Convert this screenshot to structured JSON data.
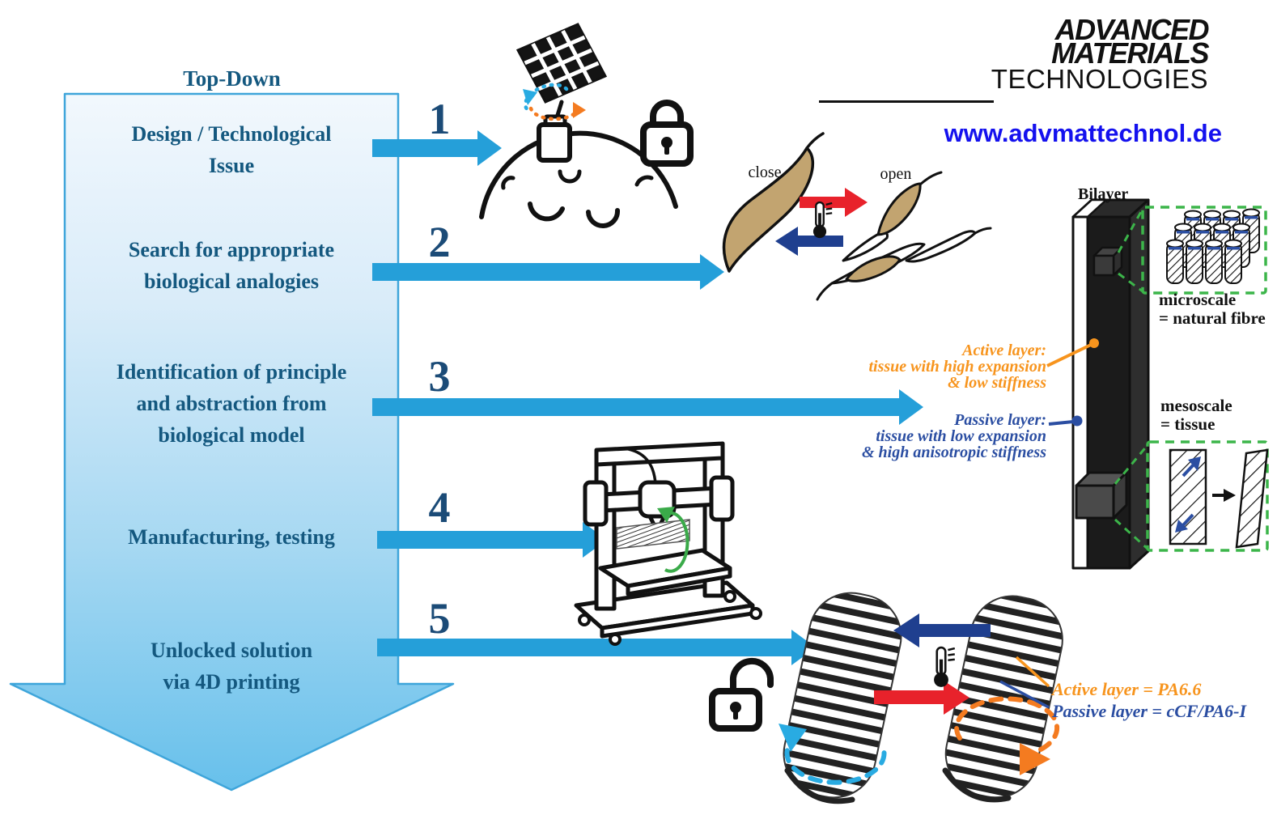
{
  "masthead": {
    "line1": "ADVANCED",
    "line2": "MATERIALS",
    "line3": "TECHNOLOGIES",
    "website": "www.advmattechnol.de"
  },
  "flow": {
    "title": "Top-Down",
    "steps": [
      {
        "num": "1",
        "lines": [
          "Design / Technological",
          "Issue"
        ]
      },
      {
        "num": "2",
        "lines": [
          "Search for appropriate",
          "biological analogies"
        ]
      },
      {
        "num": "3",
        "lines": [
          "Identification of principle",
          "and abstraction from",
          "biological model"
        ]
      },
      {
        "num": "4",
        "lines": [
          "Manufacturing, testing"
        ]
      },
      {
        "num": "5",
        "lines": [
          "Unlocked solution",
          "via 4D printing"
        ]
      }
    ]
  },
  "biology": {
    "close_label": "close",
    "open_label": "open"
  },
  "bilayer": {
    "label": "Bilayer",
    "microscale_line1": "microscale",
    "microscale_line2": "= natural fibre",
    "mesoscale_line1": "mesoscale",
    "mesoscale_line2": "= tissue",
    "active_note": [
      "Active layer:",
      "tissue with high expansion",
      "& low stiffness"
    ],
    "passive_note": [
      "Passive layer:",
      "tissue with low expansion",
      "& high anisotropic stiffness"
    ]
  },
  "result": {
    "active": "Active layer = PA6.6",
    "passive": "Passive layer = cCF/PA6-I"
  },
  "colors": {
    "step_arrow": "#259FD9",
    "flow_border": "#3EA5DA",
    "number_navy": "#1B4B77",
    "step_text": "#14587F",
    "heat_red": "#E8222B",
    "cool_blue": "#1F3F8F",
    "active_orange": "#F7941D",
    "passive_blue": "#2B4EA2",
    "zoom_green": "#3CB54A",
    "rotate_cyan": "#29ABE2",
    "pod_tan": "#C2A470",
    "link_blue": "#1411EE"
  }
}
